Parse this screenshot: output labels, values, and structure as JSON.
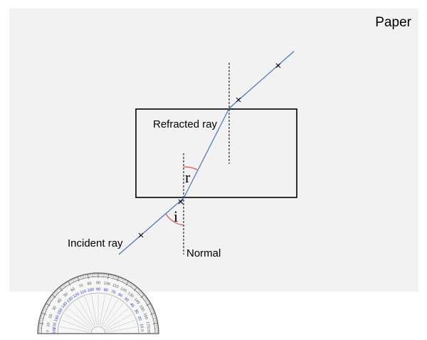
{
  "paper": {
    "label": "Paper"
  },
  "labels": {
    "refracted_ray": "Refracted ray",
    "incident_ray": "Incident ray",
    "normal": "Normal",
    "angle_refraction": "r",
    "angle_incidence": "i"
  },
  "protractor": {
    "outer_scale": [
      "10",
      "20",
      "30",
      "40",
      "50",
      "60",
      "70",
      "80",
      "90",
      "100",
      "110",
      "120",
      "130",
      "140",
      "150",
      "160",
      "170"
    ],
    "inner_scale": [
      "170",
      "160",
      "150",
      "140",
      "130",
      "120",
      "110",
      "100",
      "90",
      "80",
      "70",
      "60",
      "50",
      "40",
      "30",
      "20",
      "10"
    ],
    "outer_end_labels": [
      "0",
      "180"
    ],
    "inner_end_labels": [
      "180",
      "0"
    ]
  },
  "colors": {
    "paper": "#f2f2f2",
    "ray": "#4472c4",
    "angle_arc": "#e03030",
    "outline": "#000000",
    "protractor_outer_text": "#555555",
    "protractor_inner_text": "#2233dd"
  }
}
